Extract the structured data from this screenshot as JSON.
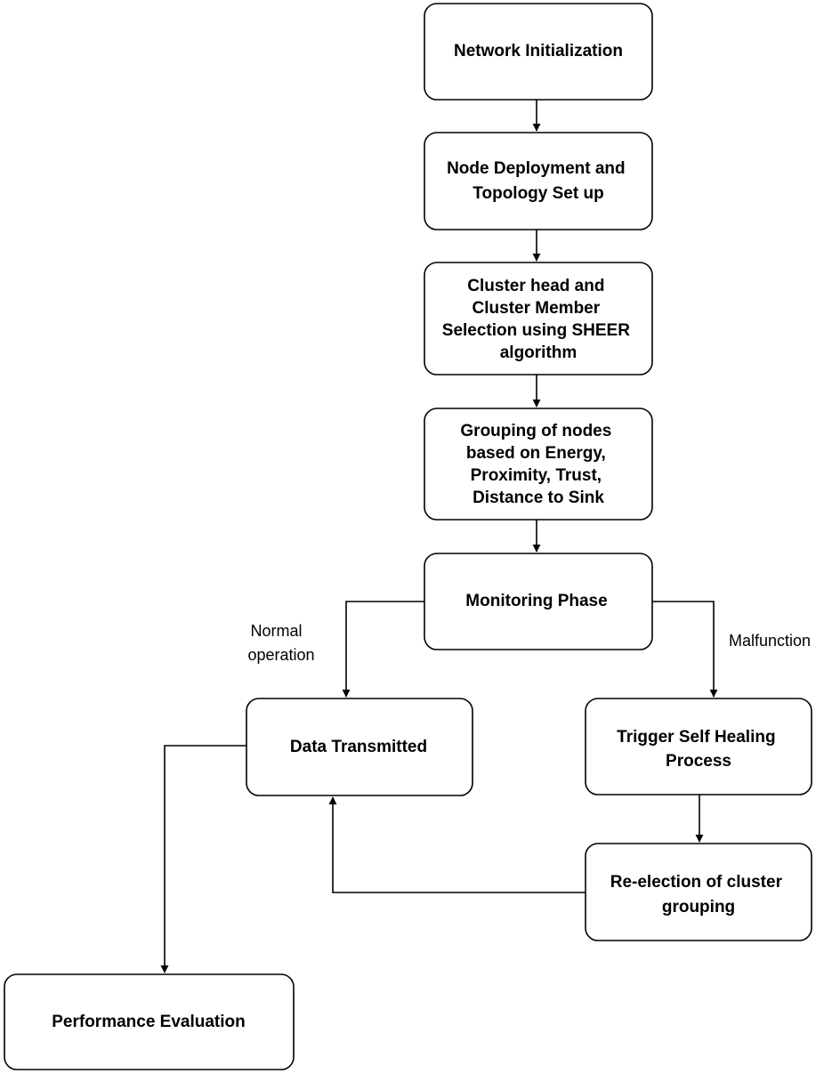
{
  "diagram": {
    "nodes": [
      {
        "id": "network-initialization",
        "lines": [
          "Network Initialization"
        ]
      },
      {
        "id": "node-deployment",
        "lines": [
          "Node Deployment and",
          "Topology Set up"
        ]
      },
      {
        "id": "cluster-head-selection",
        "lines": [
          "Cluster head and",
          "Cluster Member",
          "Selection using SHEER",
          "algorithm"
        ]
      },
      {
        "id": "grouping-of-nodes",
        "lines": [
          "Grouping of nodes",
          "based on Energy,",
          "Proximity, Trust,",
          "Distance to Sink"
        ]
      },
      {
        "id": "monitoring-phase",
        "lines": [
          "Monitoring Phase"
        ]
      },
      {
        "id": "data-transmitted",
        "lines": [
          "Data Transmitted"
        ]
      },
      {
        "id": "trigger-self-healing",
        "lines": [
          "Trigger Self Healing",
          "Process"
        ]
      },
      {
        "id": "re-election",
        "lines": [
          "Re-election of cluster",
          "grouping"
        ]
      },
      {
        "id": "performance-evaluation",
        "lines": [
          "Performance Evaluation"
        ]
      }
    ],
    "edge_labels": {
      "normal_operation": [
        "Normal",
        "operation"
      ],
      "malfunction": [
        "Malfunction"
      ]
    }
  }
}
